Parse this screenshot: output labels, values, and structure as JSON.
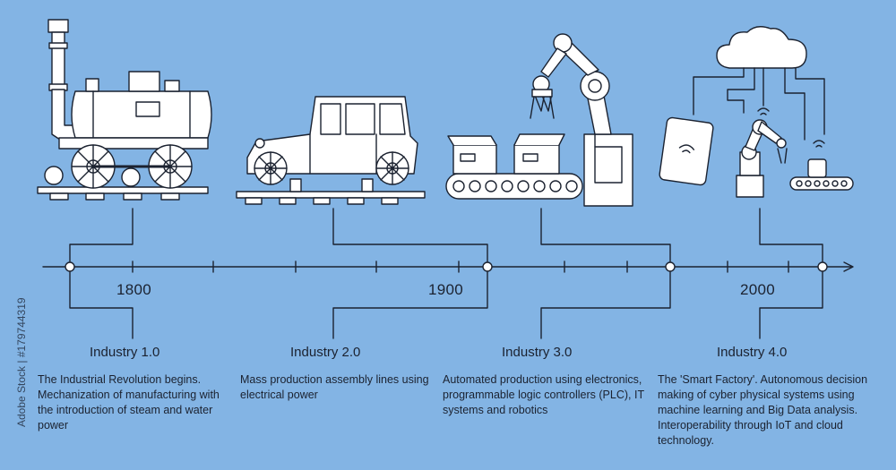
{
  "years": [
    "1800",
    "1900",
    "2000"
  ],
  "stages": [
    {
      "title": "Industry 1.0",
      "description": "The Industrial Revolution begins. Mechanization of manufacturing with the introduction of steam and water power",
      "icon": "steam-locomotive-icon"
    },
    {
      "title": "Industry 2.0",
      "description": "Mass production assembly lines using electrical power",
      "icon": "automobile-icon"
    },
    {
      "title": "Industry 3.0",
      "description": "Automated production using electronics, programmable logic controllers (PLC), IT systems and robotics",
      "icon": "robotic-arm-conveyor-icon"
    },
    {
      "title": "Industry 4.0",
      "description": "The 'Smart Factory'. Autonomous decision making of cyber physical systems using machine learning and Big Data analysis. Interoperability through IoT and cloud technology.",
      "icon": "smart-factory-icon"
    }
  ],
  "watermark": "Adobe Stock | #179744319",
  "colors": {
    "background": "#83b4e4",
    "line": "#1b2230",
    "fill": "#ffffff"
  }
}
